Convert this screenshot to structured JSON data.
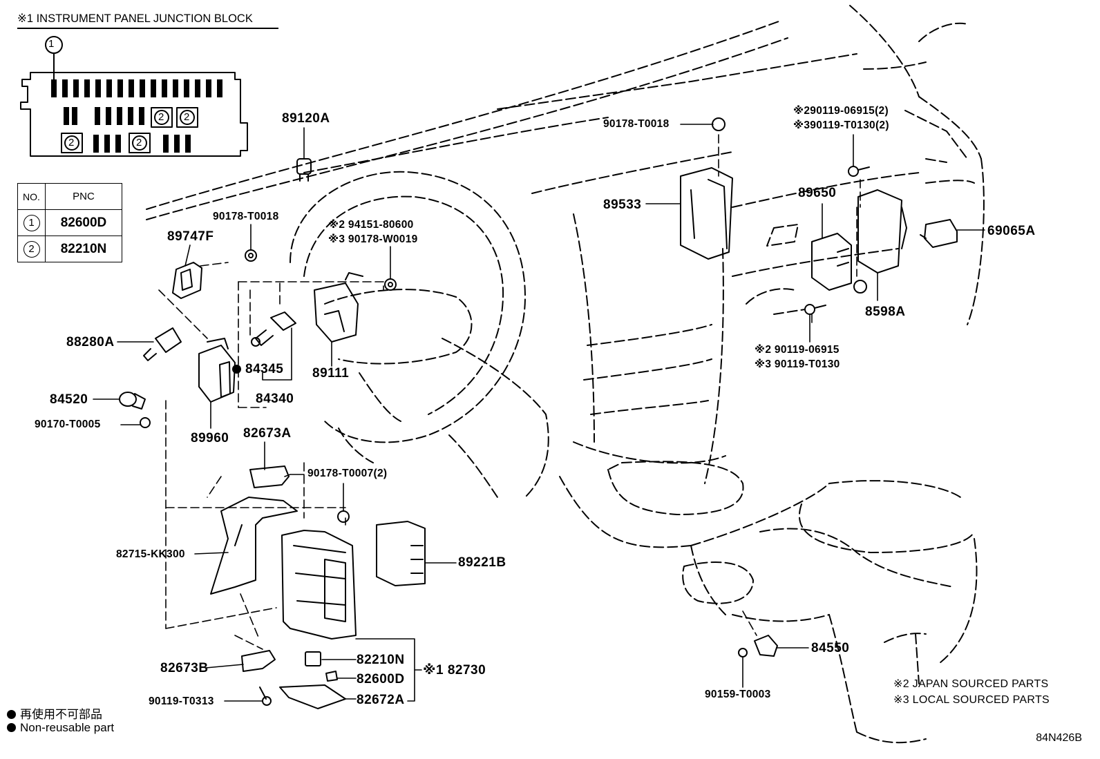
{
  "header": "※1 INSTRUMENT PANEL JUNCTION BLOCK",
  "junction": {
    "callout": "1",
    "marker": "2"
  },
  "table": {
    "headers": [
      "NO.",
      "PNC"
    ],
    "rows": [
      {
        "no": "1",
        "pnc": "82600D"
      },
      {
        "no": "2",
        "pnc": "82210N"
      }
    ]
  },
  "labels": {
    "p89120A": "89120A",
    "p90178_T0018a": "90178-T0018",
    "p90178_T0018b": "90178-T0018",
    "p89747F": "89747F",
    "p94151": "※2 94151-80600",
    "p90178_W0019": "※3 90178-W0019",
    "p88280A": "88280A",
    "p84345": "84345",
    "p84340": "84340",
    "p89111": "89111",
    "p84520": "84520",
    "p90170": "90170-T0005",
    "p89960": "89960",
    "p82673A": "82673A",
    "p90178_T0007": "90178-T0007(2)",
    "p82715": "82715-KK300",
    "p89221B": "89221B",
    "p82673B": "82673B",
    "p90119_T0313": "90119-T0313",
    "p82210N": "82210N",
    "p82600D": "82600D",
    "p82672A": "82672A",
    "p82730": "※1 82730",
    "p89533": "89533",
    "p90119_06915_2": "※290119-06915(2)",
    "p90119_T0130_2": "※390119-T0130(2)",
    "p89650": "89650",
    "p69065A": "69065A",
    "p8598A": "8598A",
    "p90119_06915": "※2 90119-06915",
    "p90119_T0130": "※3 90119-T0130",
    "p84550": "84550",
    "p90159": "90159-T0003"
  },
  "notes": {
    "japan": "※2 JAPAN SOURCED PARTS",
    "local": "※3 LOCAL SOURCED PARTS"
  },
  "legend": {
    "jp": "再使用不可部品",
    "en": "Non-reusable part"
  },
  "code": "84N426B"
}
